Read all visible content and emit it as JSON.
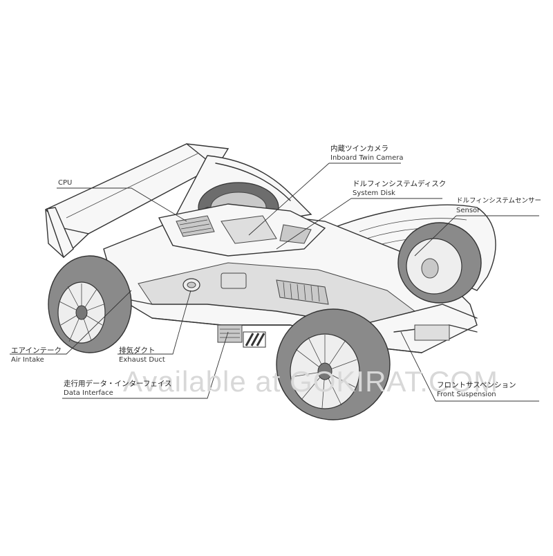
{
  "labels": {
    "cpu": {
      "en": "CPU"
    },
    "camera": {
      "jp": "内蔵ツインカメラ",
      "en": "Inboard Twin Camera"
    },
    "system_disk": {
      "jp": "ドルフィンシステムディスク",
      "en": "System Disk"
    },
    "sensor": {
      "jp": "ドルフィンシステムセンサー",
      "en": "Sensor"
    },
    "air_intake": {
      "jp": "エアインテーク",
      "en": "Air Intake"
    },
    "exhaust_duct": {
      "jp": "排気ダクト",
      "en": "Exhaust Duct"
    },
    "data_interface": {
      "jp": "走行用データ・インターフェイス",
      "en": "Data Interface"
    },
    "front_suspension": {
      "jp": "フロントサスペンション",
      "en": "Front Suspension"
    }
  },
  "watermark": "Available at GOKIRAT.COM"
}
